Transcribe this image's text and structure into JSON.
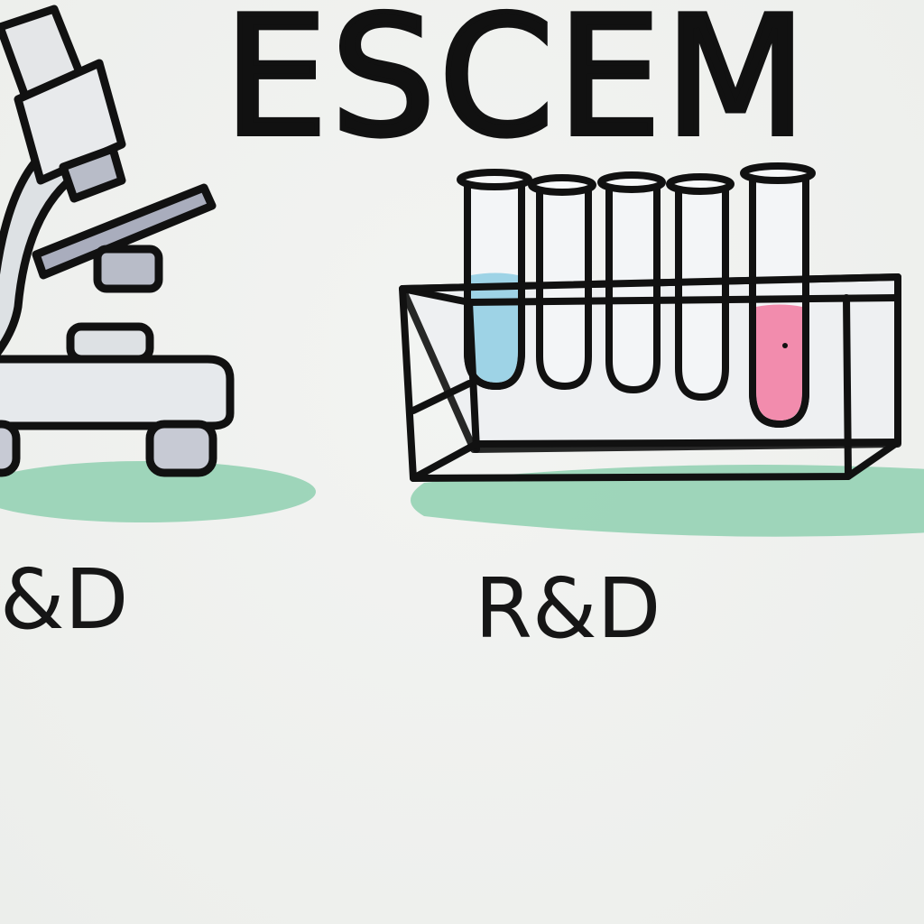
{
  "title": "ESCEM",
  "labels": {
    "left": "R&D",
    "right": "R&D"
  },
  "icons": {
    "microscope": "microscope-icon",
    "test_tubes": "test-tube-rack-icon"
  },
  "colors": {
    "background": "#eff0ee",
    "ground": "#8fd0b0",
    "liquid_blue": "#9ed3e6",
    "liquid_pink": "#f28cad",
    "stroke": "#111111"
  }
}
